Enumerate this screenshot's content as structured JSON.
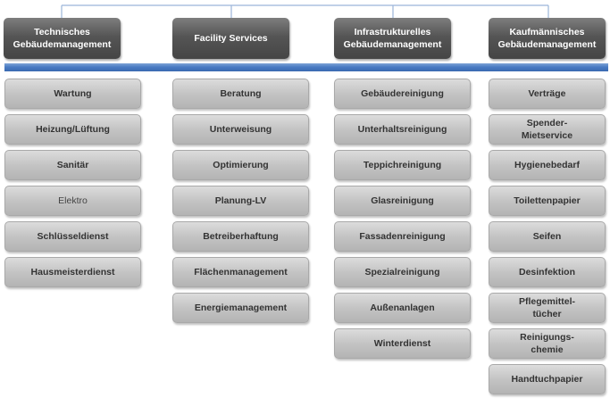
{
  "diagram": {
    "columns": [
      {
        "header": "Technisches\nGebäudemanagement",
        "items": [
          {
            "label": "Wartung",
            "bold": true
          },
          {
            "label": "Heizung/Lüftung",
            "bold": true
          },
          {
            "label": "Sanitär",
            "bold": true
          },
          {
            "label": "Elektro",
            "bold": false
          },
          {
            "label": "Schlüsseldienst",
            "bold": true
          },
          {
            "label": "Hausmeisterdienst",
            "bold": true
          }
        ]
      },
      {
        "header": "Facility  Services",
        "items": [
          {
            "label": "Beratung",
            "bold": true
          },
          {
            "label": "Unterweisung",
            "bold": true
          },
          {
            "label": "Optimierung",
            "bold": true
          },
          {
            "label": "Planung-LV",
            "bold": true
          },
          {
            "label": "Betreiberhaftung",
            "bold": true
          },
          {
            "label": "Flächenmanagement",
            "bold": true
          },
          {
            "label": "Energiemanagement",
            "bold": true
          }
        ]
      },
      {
        "header": "Infrastrukturelles\nGebäudemanagement",
        "items": [
          {
            "label": "Gebäudereinigung",
            "bold": true
          },
          {
            "label": "Unterhaltsreinigung",
            "bold": true
          },
          {
            "label": "Teppichreinigung",
            "bold": true
          },
          {
            "label": "Glasreinigung",
            "bold": true
          },
          {
            "label": "Fassadenreinigung",
            "bold": true
          },
          {
            "label": "Spezialreinigung",
            "bold": true
          },
          {
            "label": "Außenanlagen",
            "bold": true
          },
          {
            "label": "Winterdienst",
            "bold": true
          }
        ]
      },
      {
        "header": "Kaufmännisches\nGebäudemanagement",
        "items": [
          {
            "label": "Verträge",
            "bold": true
          },
          {
            "label": "Spender-\nMietservice",
            "bold": true
          },
          {
            "label": "Hygienebedarf",
            "bold": true
          },
          {
            "label": "Toilettenpapier",
            "bold": true
          },
          {
            "label": "Seifen",
            "bold": true
          },
          {
            "label": "Desinfektion",
            "bold": true
          },
          {
            "label": "Pflegemittel-\ntücher",
            "bold": true
          },
          {
            "label": "Reinigungs-\nchemie",
            "bold": true
          },
          {
            "label": "Handtuchpapier",
            "bold": true
          }
        ]
      }
    ],
    "colors": {
      "header_fill": "#555555",
      "item_fill": "#c4c4c4",
      "bar": "#4a7cc4",
      "connector": "#9bb5d9"
    }
  }
}
